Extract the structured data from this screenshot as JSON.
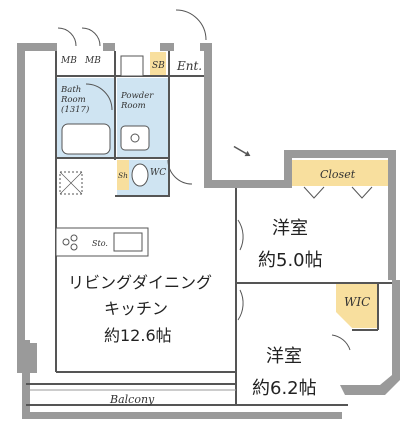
{
  "rooms": {
    "mb1": "MB",
    "mb2": "MB",
    "sb": "SB",
    "entrance": "Ent.",
    "bath_line1": "Bath",
    "bath_line2": "Room",
    "bath_line3": "(1317)",
    "powder_line1": "Powder",
    "powder_line2": "Room",
    "sh": "Sh",
    "wc": "WC",
    "closet": "Closet",
    "sto": "Sto.",
    "western1_name": "洋室",
    "western1_size": "約5.0帖",
    "ldk_line1": "リビングダイニング",
    "ldk_line2": "キッチン",
    "ldk_size": "約12.6帖",
    "wic": "WIC",
    "western2_name": "洋室",
    "western2_size": "約6.2帖",
    "balcony": "Balcony"
  },
  "colors": {
    "wall": "#9a9a9a",
    "wet_area": "#cfe4f2",
    "storage": "#f8df9e",
    "line": "#555555"
  },
  "icons": {
    "north": "compass-arrow-icon"
  }
}
